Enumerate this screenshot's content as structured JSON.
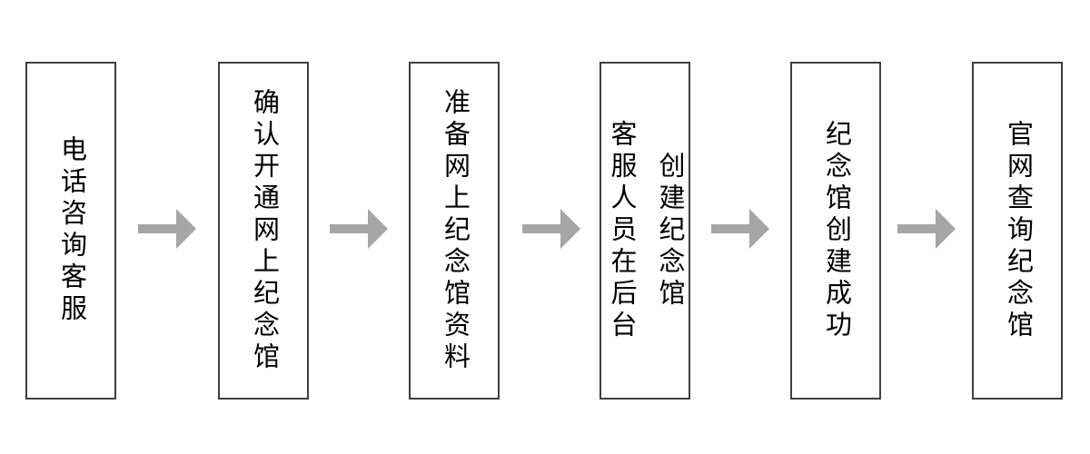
{
  "flowchart": {
    "type": "flowchart",
    "direction": "left-to-right",
    "colors": {
      "box_border": "#404040",
      "box_fill": "#ffffff",
      "text": "#000000",
      "arrow_fill": "#a6a6a6",
      "background": "#ffffff"
    },
    "boxes": [
      {
        "step": 1,
        "lines": [
          "电话咨询客服"
        ]
      },
      {
        "step": 2,
        "lines": [
          "确认开通网上纪念馆"
        ]
      },
      {
        "step": 3,
        "lines": [
          "准备网上纪念馆资料"
        ]
      },
      {
        "step": 4,
        "lines": [
          "客服人员在后台",
          "创建纪念馆"
        ]
      },
      {
        "step": 5,
        "lines": [
          "纪念馆创建成功"
        ]
      },
      {
        "step": 6,
        "lines": [
          "官网查询纪念馆"
        ]
      }
    ]
  }
}
